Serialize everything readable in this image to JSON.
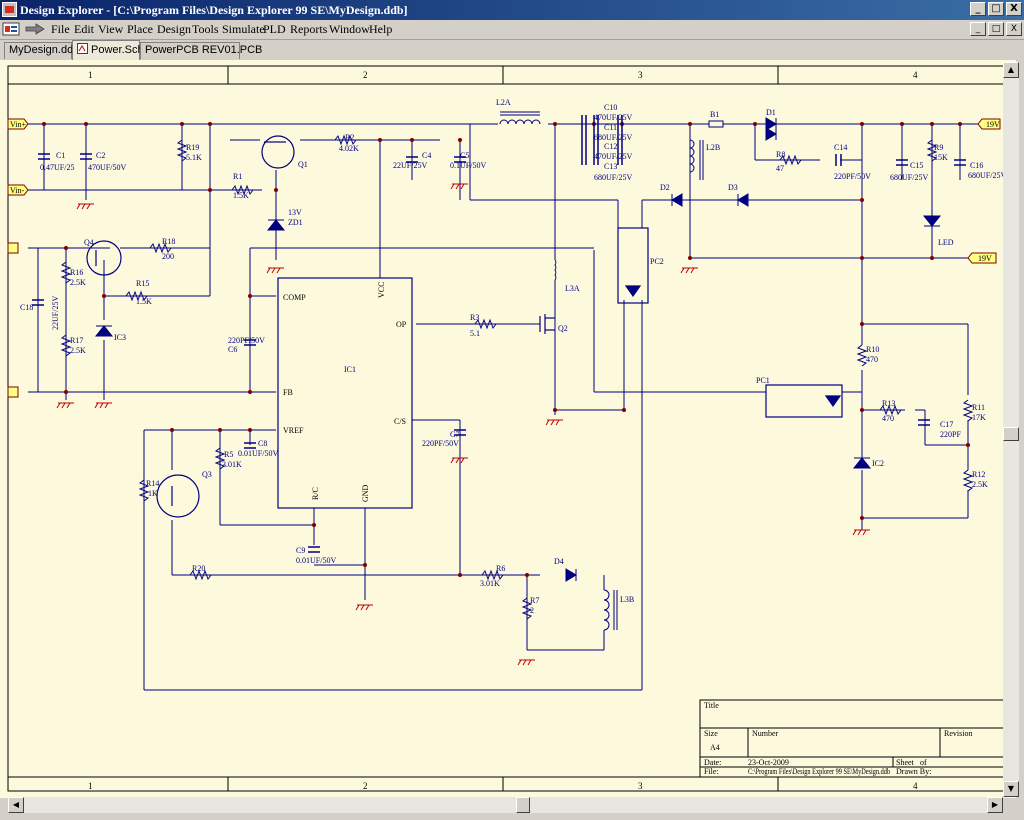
{
  "window": {
    "title": "Design Explorer - [C:\\Program Files\\Design Explorer 99 SE\\MyDesign.ddb]",
    "controls": [
      "_",
      "□",
      "X"
    ],
    "doc_controls": [
      "_",
      "□",
      "X"
    ]
  },
  "menu": [
    "File",
    "Edit",
    "View",
    "Place",
    "Design",
    "Tools",
    "Simulate",
    "PLD",
    "Reports",
    "Window",
    "Help"
  ],
  "tabs": [
    {
      "label": "MyDesign.ddb",
      "active": false
    },
    {
      "label": "Power.Sch",
      "active": true
    },
    {
      "label": "PowerPCB REV01.PCB",
      "active": false
    }
  ],
  "border": {
    "columns": [
      "1",
      "2",
      "3",
      "4"
    ]
  },
  "title_block": {
    "title_label": "Title",
    "size_label": "Size",
    "size_value": "A4",
    "number_label": "Number",
    "revision_label": "Revision",
    "date_label": "Date:",
    "date_value": "23-Oct-2009",
    "sheet_label": "Sheet",
    "of_label": "of",
    "file_label": "File:",
    "file_value": "C:\\Program Files\\Design Explorer 99 SE\\MyDesign.ddb",
    "drawn_label": "Drawn By:"
  },
  "ports": {
    "vin_plus": "Vin+",
    "vin_minus": "Vin-",
    "out_19v": "19V",
    "out_19v_2": "19V"
  },
  "parts": {
    "C1": {
      "ref": "C1",
      "value": "0.47UF/25"
    },
    "C2": {
      "ref": "C2",
      "value": "470UF/50V"
    },
    "R19": {
      "ref": "R19",
      "value": "5.1K"
    },
    "R1": {
      "ref": "R1",
      "value": "1.5K"
    },
    "Q1": {
      "ref": "Q1"
    },
    "ZD1": {
      "ref": "ZD1",
      "value": "13V"
    },
    "R2": {
      "ref": "R2",
      "value": "4.02K"
    },
    "C4": {
      "ref": "C4",
      "value": "22UF/25V"
    },
    "C5": {
      "ref": "C5",
      "value": "0.1UF/50V"
    },
    "L2A": {
      "ref": "L2A"
    },
    "C10": {
      "ref": "C10",
      "value": "470UF/25V"
    },
    "C11": {
      "ref": "C11",
      "value": "680UF/25V"
    },
    "C12": {
      "ref": "C12",
      "value": "470UF/25V"
    },
    "C13": {
      "ref": "C13",
      "value": "680UF/25V"
    },
    "B1": {
      "ref": "B1"
    },
    "D1": {
      "ref": "D1"
    },
    "R8": {
      "ref": "R8",
      "value": "47"
    },
    "C14": {
      "ref": "C14",
      "value": "220PF/50V"
    },
    "L2B": {
      "ref": "L2B"
    },
    "C15": {
      "ref": "C15",
      "value": "680UF/25V"
    },
    "R9": {
      "ref": "R9",
      "value": "15K"
    },
    "C16": {
      "ref": "C16",
      "value": "680UF/25V"
    },
    "LED": {
      "ref": "LED"
    },
    "D2": {
      "ref": "D2"
    },
    "D3": {
      "ref": "D3"
    },
    "Q4": {
      "ref": "Q4"
    },
    "R18": {
      "ref": "R18",
      "value": "200"
    },
    "R16": {
      "ref": "R16",
      "value": "2.5K"
    },
    "R15": {
      "ref": "R15",
      "value": "1.5K"
    },
    "C18": {
      "ref": "C18",
      "value": "22UF/25V"
    },
    "R17": {
      "ref": "R17",
      "value": "2.5K"
    },
    "IC3": {
      "ref": "IC3"
    },
    "IC1": {
      "ref": "IC1"
    },
    "C6": {
      "ref": "C6",
      "value": "220PF/50V"
    },
    "R3": {
      "ref": "R3",
      "value": "5.1"
    },
    "Q2": {
      "ref": "Q2"
    },
    "L3A": {
      "ref": "L3A"
    },
    "PC2": {
      "ref": "PC2"
    },
    "PC1": {
      "ref": "PC1"
    },
    "R10": {
      "ref": "R10",
      "value": "470"
    },
    "R11": {
      "ref": "R11",
      "value": "17K"
    },
    "R13": {
      "ref": "R13",
      "value": "470"
    },
    "C17": {
      "ref": "C17",
      "value": "220PF"
    },
    "IC2": {
      "ref": "IC2"
    },
    "R12": {
      "ref": "R12",
      "value": "2.5K"
    },
    "C8": {
      "ref": "C8",
      "value": "0.01UF/50V"
    },
    "C7": {
      "ref": "C7",
      "value": "220PF/50V"
    },
    "R5": {
      "ref": "R5",
      "value": "3.01K"
    },
    "Q3": {
      "ref": "Q3"
    },
    "R14": {
      "ref": "R14",
      "value": "1K"
    },
    "C9": {
      "ref": "C9",
      "value": "0.01UF/50V"
    },
    "R20": {
      "ref": "R20"
    },
    "R6": {
      "ref": "R6",
      "value": "3.01K"
    },
    "D4": {
      "ref": "D4"
    },
    "R7": {
      "ref": "R7",
      "value": "2"
    },
    "L3B": {
      "ref": "L3B"
    }
  },
  "ic1_pins": {
    "comp": "COMP",
    "vcc": "VCC",
    "op": "OP",
    "fb": "FB",
    "vref": "VREF",
    "cs": "C/S",
    "rc": "R/C",
    "gnd": "GND"
  }
}
